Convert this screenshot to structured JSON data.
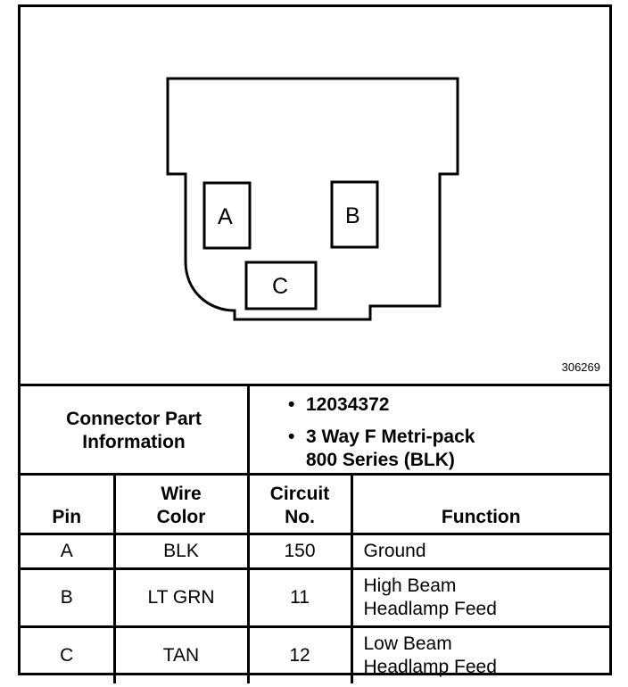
{
  "diagram": {
    "pins": [
      "A",
      "B",
      "C"
    ],
    "figure_id": "306269"
  },
  "connector_info": {
    "label_line1": "Connector Part",
    "label_line2": "Information",
    "part_number": "12034372",
    "description_line1": "3 Way F Metri-pack",
    "description_line2": "800 Series (BLK)"
  },
  "table": {
    "headers": {
      "pin": "Pin",
      "wire_color_line1": "Wire",
      "wire_color_line2": "Color",
      "circuit_line1": "Circuit",
      "circuit_line2": "No.",
      "function": "Function"
    },
    "rows": [
      {
        "pin": "A",
        "wire_color": "BLK",
        "circuit": "150",
        "function_line1": "Ground",
        "function_line2": ""
      },
      {
        "pin": "B",
        "wire_color": "LT GRN",
        "circuit": "11",
        "function_line1": "High Beam",
        "function_line2": "Headlamp Feed"
      },
      {
        "pin": "C",
        "wire_color": "TAN",
        "circuit": "12",
        "function_line1": "Low Beam",
        "function_line2": "Headlamp Feed"
      }
    ]
  }
}
